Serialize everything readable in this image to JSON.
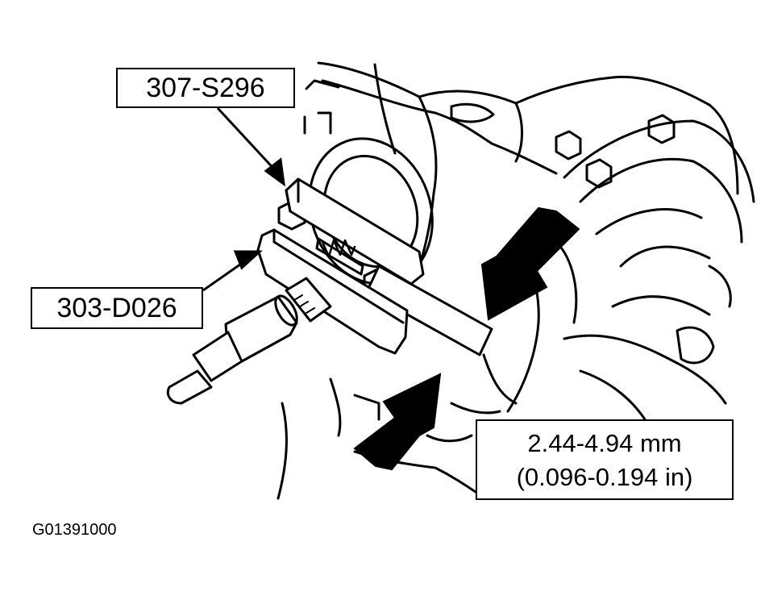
{
  "callouts": {
    "tool_top": "307-S296",
    "tool_left": "303-D026",
    "measurement_mm": "2.44-4.94 mm",
    "measurement_in": "(0.096-0.194 in)"
  },
  "figure_id": "G01391000",
  "colors": {
    "line": "#000000",
    "background": "#ffffff"
  }
}
